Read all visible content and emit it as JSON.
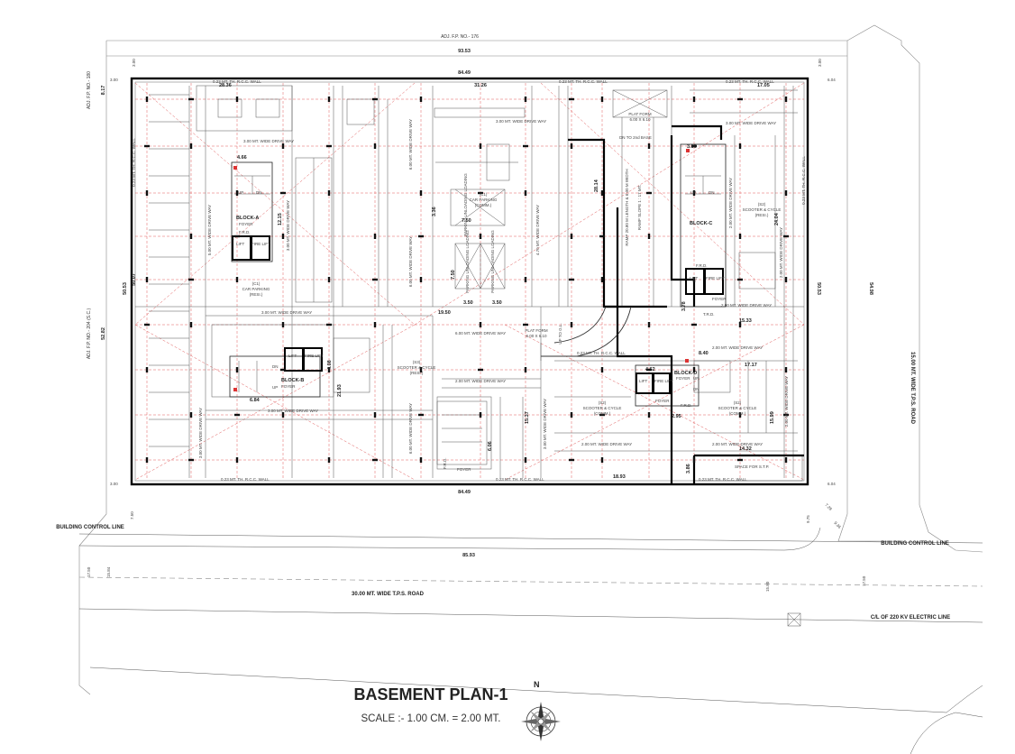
{
  "plan": {
    "title": "BASEMENT PLAN-1",
    "scale": "SCALE :- 1.00 CM. = 2.00 MT.",
    "north": "N"
  },
  "adjacent": {
    "top": "ADJ. F.P. NO.- 176",
    "left": "ADJ. F.P. NO.- 180",
    "left2": "ADJ. F.P. NO.- 204 (S.C.)"
  },
  "roads": {
    "bottom": "30.00 MT. WIDE T.P.S. ROAD",
    "right": "15.00 MT. WIDE T.P.S. ROAD",
    "electric": "C/L OF 220 KV ELECTRIC LINE",
    "bcl_left": "BUILDING CONTROL LINE",
    "bcl_right": "BUILDING CONTROL LINE"
  },
  "dims": {
    "top_total": "93.53",
    "top_inner": "84.49",
    "bottom_inner": "84.49",
    "road_len": "85.93",
    "left_total": "52.82",
    "left_inner": "50.07",
    "left_setback": "8.17",
    "right_depth": "54.98",
    "right_inner": "50.53",
    "left_inner2": "50.53",
    "setback_300_a": "3.00",
    "setback_300_b": "3.00",
    "setback_300_c": "3.00",
    "setback_300_d": "3.00",
    "setback_604_a": "6.04",
    "setback_604_b": "6.04",
    "setback_750": "7.50",
    "road_1750_a": "17.50",
    "road_1750_b": "17.50",
    "road_1584": "15.84",
    "road_1580": "15.80",
    "corner_728": "7.28",
    "corner_936": "9.36",
    "corner_975": "9.75",
    "d2836": "28.36",
    "d3126": "31.26",
    "d1705": "17.05",
    "d2814": "28.14",
    "d1950": "19.50",
    "d1533": "15.33",
    "d1893": "18.93",
    "d1432": "14.32",
    "d1537": "15.37",
    "d1717": "17.17",
    "d750a": "7.50",
    "d750b": "7.50",
    "d350a": "3.50",
    "d350b": "3.50",
    "d386": "3.86",
    "d1215": "12.15",
    "d2193": "21.93",
    "d1599": "15.99",
    "d2404": "24.04",
    "d606": "6.06",
    "d684": "6.84",
    "d408": "4.08",
    "d466": "4.66",
    "d462": "4.62",
    "d840": "8.40",
    "d295": "2.95",
    "d378": "3.78",
    "d336": "3.36",
    "d386b": "3.86"
  },
  "labels": {
    "wall_top_left": "0.23 MT. TH. R.C.C. WALL",
    "wall_top_mid": "0.23 MT. TH. R.C.C. WALL",
    "wall_top_right": "0.23 MT. TH. R.C.C. WALL",
    "wall_left": "0.23 MT. TH. R.C.C. WALL",
    "wall_right": "0.23 MT. TH. R.C.C. WALL",
    "wall_bottom_left": "0.23 MT. TH. R.C.C. WALL",
    "wall_bottom_mid": "0.23 MT. TH. R.C.C. WALL",
    "wall_bottom_right": "0.23 MT. TH. R.C.C. WALL",
    "wall_mid": "0.23 MT. TH. R.C.C. WALL",
    "drive3_a": "3.00 MT. WIDE DRIVE WAY",
    "drive3_b": "3.00 MT. WIDE DRIVE WAY",
    "drive3_c": "3.00 MT. WIDE DRIVE WAY",
    "drive3_d": "3.00 MT. WIDE DRIVE WAY",
    "drive3_e": "3.00 MT. WIDE DRIVE WAY",
    "drive3_f": "3.00 MT. WIDE DRIVE WAY",
    "drive3_v1": "3.00 MT. WIDE DRIVE WAY",
    "drive3_v2": "3.00 MT. WIDE DRIVE WAY",
    "drive2_a": "2.00 MT. WIDE DRIVE WAY",
    "drive2_b": "2.00 MT. WIDE DRIVE WAY",
    "drive2_c": "2.00 MT. WIDE DRIVE WAY",
    "drive2_d": "2.00 MT. WIDE DRIVE WAY",
    "drive2_e": "2.00 MT. WIDE DRIVE WAY",
    "drive2_v1": "2.00 MT. WIDE DRIVE WAY",
    "drive2_v2": "2.00 MT. WIDE DRIVE WAY",
    "drive2_v3": "2.00 MT. WIDE DRIVE WAY",
    "drive6_a": "6.00 MT. WIDE DRIVE WAY",
    "drive6_b": "6.00 MT. WIDE DRIVE WAY",
    "drive6_c": "6.00 MT. WIDE DRIVE WAY",
    "drive6_h": "6.00 MT. WIDE DRIVE WAY",
    "drive5": "5.00 MT. WIDE DRIVE WAY",
    "drive4": "4.70 MT. WIDE DRIVE WAY",
    "platform_top": "PLAT FORM",
    "platform_top_size": "6.00 X 6.10",
    "platform_mid": "PLAT FORM",
    "platform_mid_size": "6.00 X 6.10",
    "car_parking_c1": "(C1)",
    "car_parking_c1_lbl": "CAR PARKING",
    "car_parking_c1_type": "(RESI.)",
    "car_parking_comm": "(C1)",
    "car_parking_comm_lbl": "CAR PARKING",
    "car_parking_comm_type": "(COMM.)",
    "loading1": "PARKING UNLOADING LOADING",
    "loading2": "PARKING UNLOADING LOADING",
    "loading3": "PARKING UNLOADING LOADING",
    "scooter_s3": "(S3)",
    "scooter_s3_lbl": "SCOOTER & CYCLE",
    "scooter_s3_type": "(RESI.)",
    "scooter_s2a": "(S2)",
    "scooter_s2a_lbl": "SCOOTER & CYCLE",
    "scooter_s2a_type": "(COMM.)",
    "scooter_s2b": "(S2)",
    "scooter_s2b_lbl": "SCOOTER & CYCLE",
    "scooter_s2b_type": "(RESI.)",
    "scooter_s2c": "(S2)",
    "scooter_s2c_lbl": "SCOOTER & CYCLE",
    "scooter_s2c_type": "(COMM.)",
    "block_a": "BLOCK-A",
    "block_b": "BLOCK-B",
    "block_c": "BLOCK-C",
    "block_d": "BLOCK-D",
    "foyer": "FOYER",
    "lift": "LIFT",
    "fire_lift": "FIRE LIFT",
    "up": "UP",
    "dn": "DN",
    "frd": "F.R.D.",
    "trd": "T.R.D.",
    "ramp_lbl": "RAMP 20.80 M LENGTH & 6.00 M WIDTH",
    "ramp_slope": "RAMP SLOPE 1 : 17 MT.",
    "ramp_dn": "DN TO 2nd BASE",
    "up_to_gl": "UP TO G.L.",
    "space_stp": "SPACE FOR S.T.P."
  }
}
